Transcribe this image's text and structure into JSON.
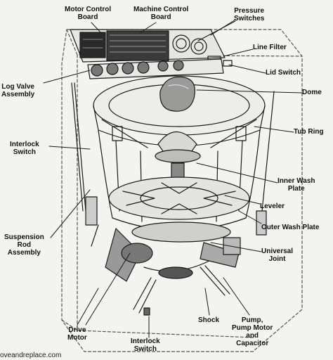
{
  "labels": {
    "motor_control_board": "Motor Control\nBoard",
    "machine_control_board": "Machine Control\nBoard",
    "pressure_switches": "Pressure\nSwitches",
    "line_filter": "Line Filter",
    "lid_switch": "Lid Switch",
    "log_valve_assembly": "Log Valve\nAssembly",
    "dome": "Dome",
    "tub_ring": "Tub Ring",
    "interlock_switch_top": "Interlock\nSwitch",
    "inner_wash_plate": "Inner Wash\nPlate",
    "leveler": "Leveler",
    "outer_wash_plate": "Outer Wash Plate",
    "suspension_rod_assembly": "Suspension\nRod\nAssembly",
    "universal_joint": "Universal\nJoint",
    "drive_motor": "Drive\nMotor",
    "shock": "Shock",
    "pump_motor_capacitor": "Pump,\nPump Motor\nand\nCapacitor",
    "interlock_switch_bottom": "Interlock\nSwitch"
  },
  "watermark": "oveandreplace.com",
  "colors": {
    "line": "#1a1a1a",
    "background": "#f3f3f0",
    "dome": "#9a9a98",
    "board": "#2a2a2a"
  }
}
